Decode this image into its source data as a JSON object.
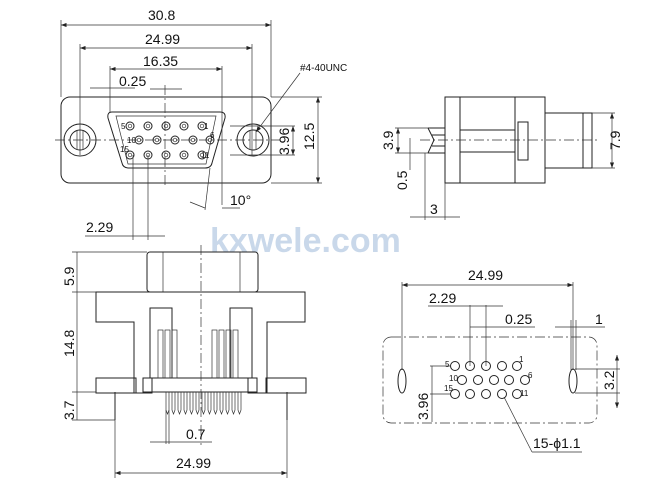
{
  "watermark": "kxwele.com",
  "front_view": {
    "dim_overall": "30.8",
    "dim_mount": "24.99",
    "dim_shell": "16.35",
    "dim_offset": "0.25",
    "dim_thread": "#4-40UNC",
    "dim_row": "3.96",
    "dim_height": "12.5",
    "dim_angle": "10°",
    "dim_pitch": "2.29",
    "pin_labels": {
      "p5": "5",
      "p1": "1",
      "p10": "10",
      "p6": "6",
      "p15": "15",
      "p11": "11"
    }
  },
  "side_view": {
    "dim_a": "3.9",
    "dim_b": "0.5",
    "dim_c": "3",
    "dim_d": "7.9"
  },
  "bottom_view": {
    "dim_top": "5.9",
    "dim_body": "14.8",
    "dim_pin": "3.7",
    "dim_pin_w": "0.7",
    "dim_span": "24.99"
  },
  "pcb_layout": {
    "dim_span": "24.99",
    "dim_pitch": "2.29",
    "dim_offset": "0.25",
    "dim_slot": "1",
    "dim_slot_h": "3.2",
    "dim_row": "3.96",
    "dim_holes": "15-ϕ1.1",
    "pin_labels": {
      "p5": "5",
      "p1": "1",
      "p10": "10",
      "p6": "6",
      "p15": "15",
      "p11": "11"
    }
  }
}
